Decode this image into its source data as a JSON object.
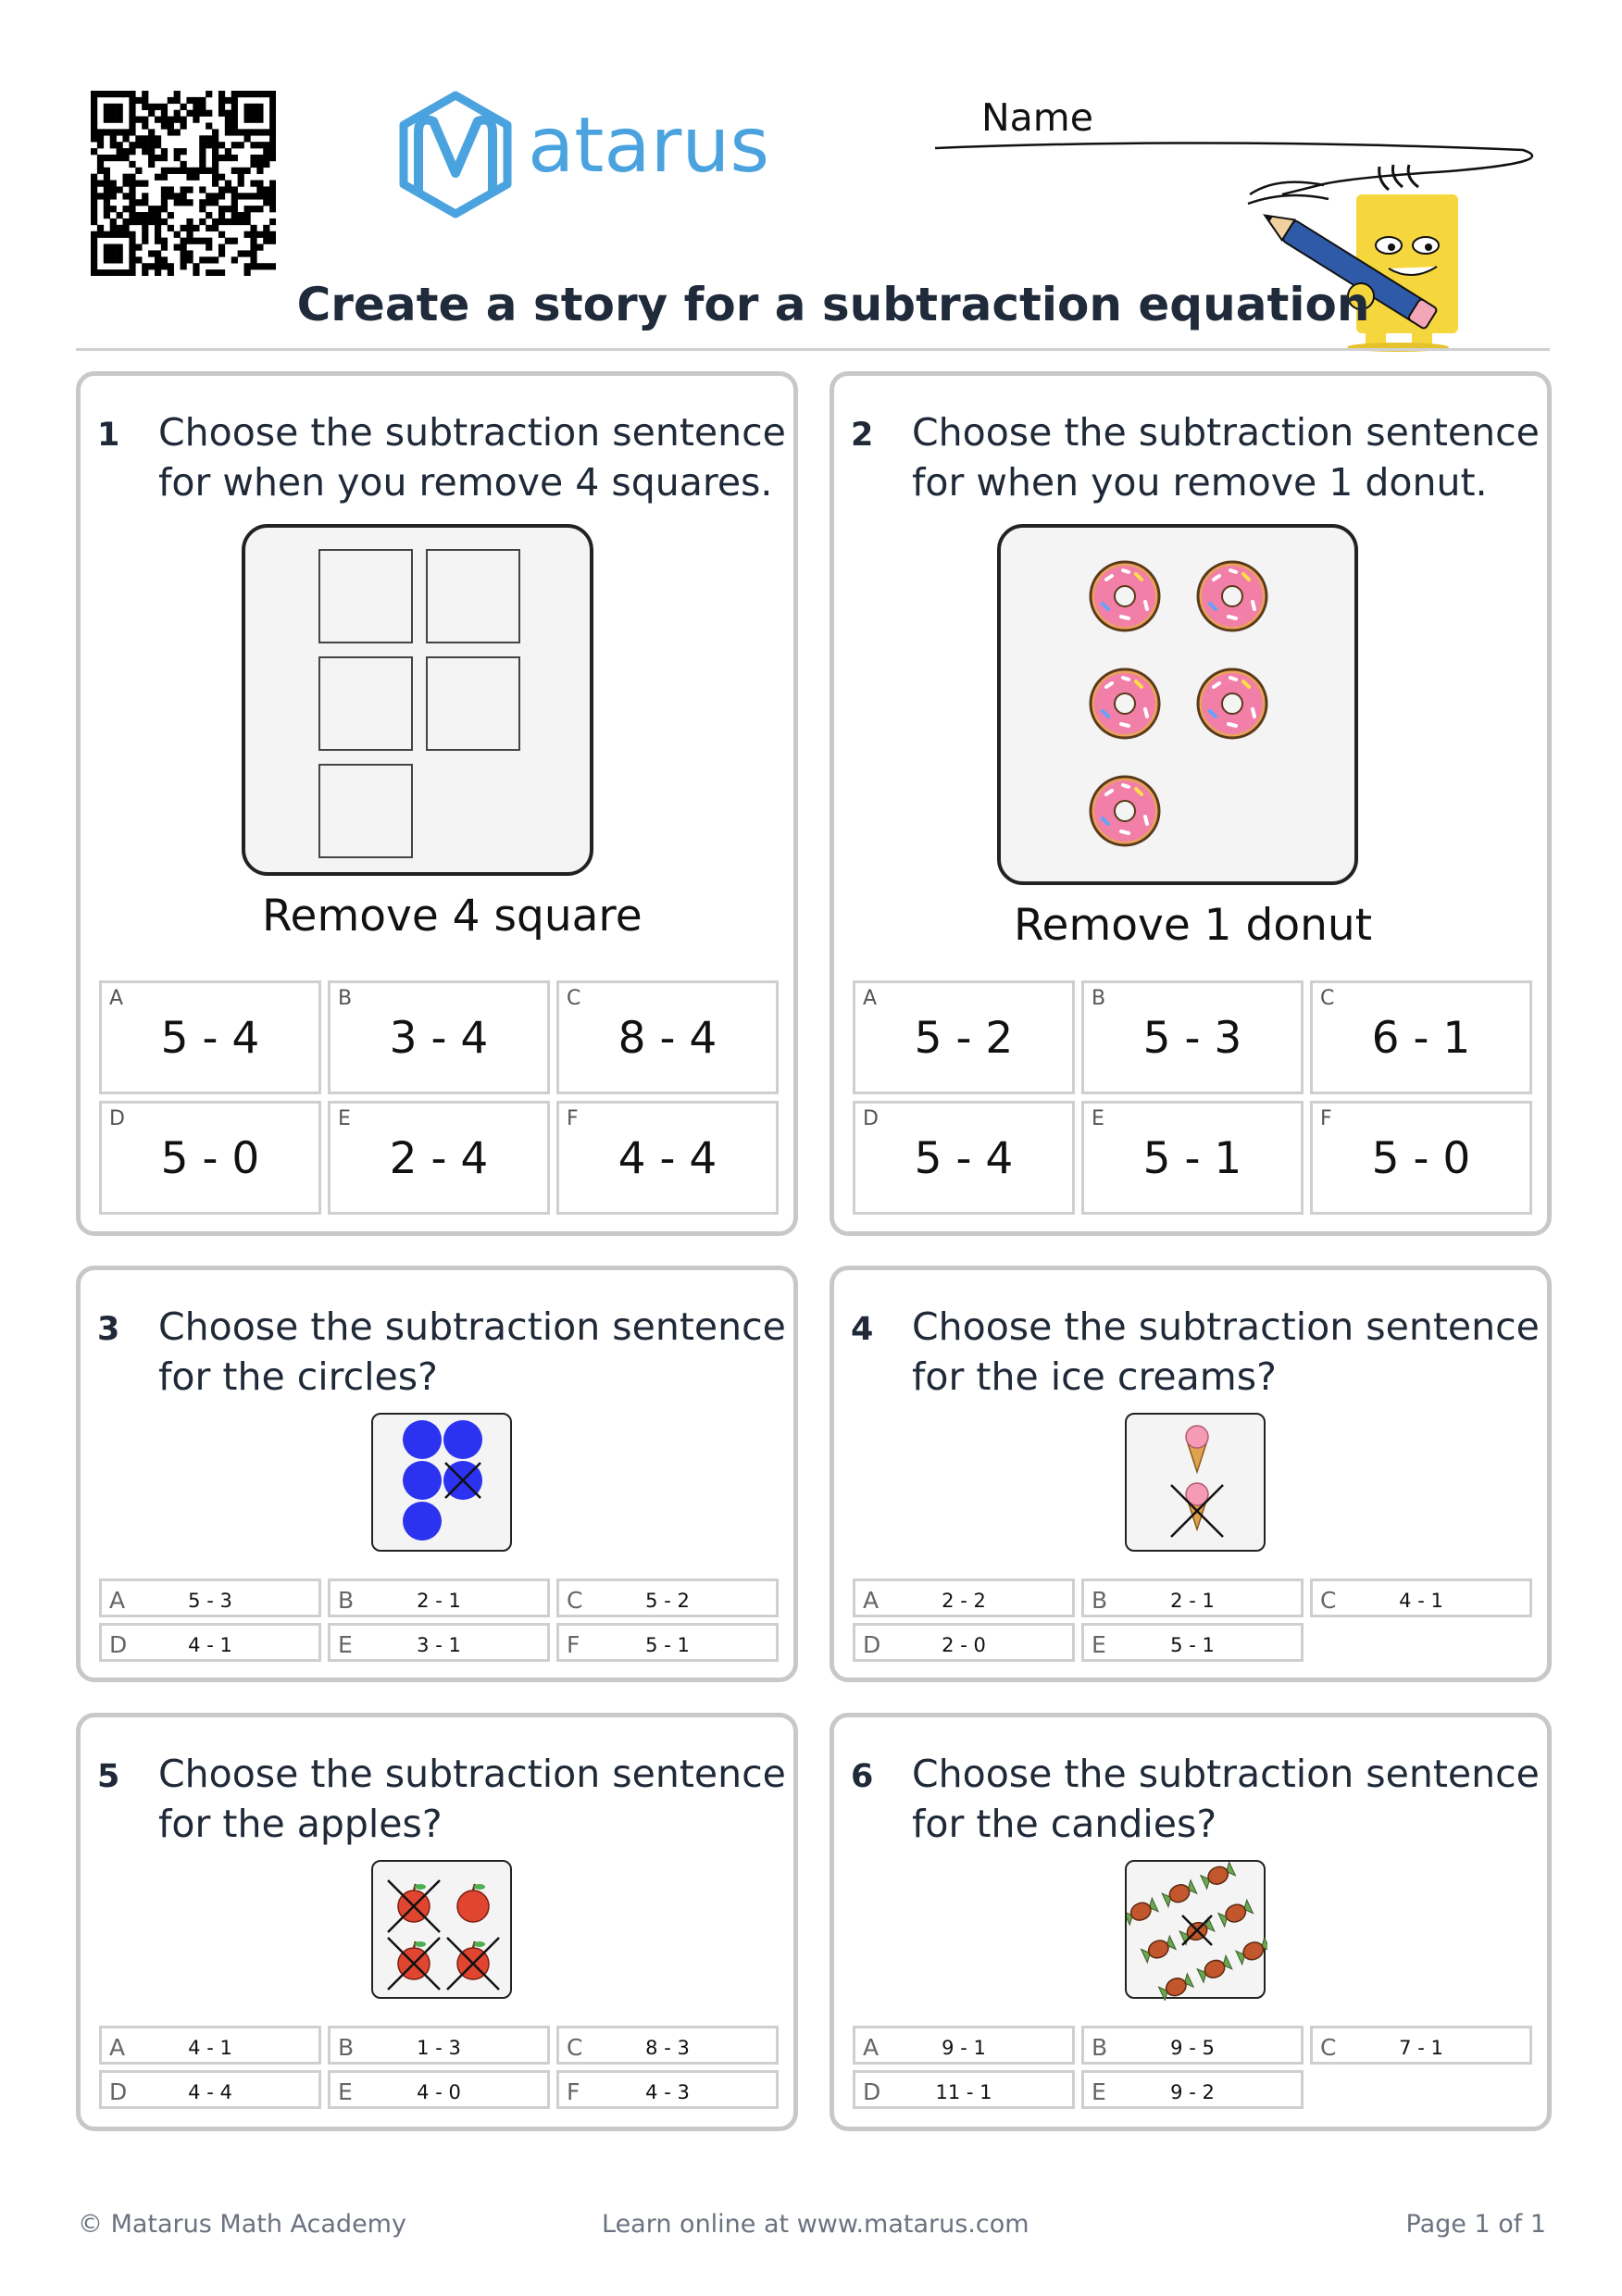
{
  "brand": {
    "name": "atarus"
  },
  "header": {
    "name_label": "Name",
    "title": "Create a story for a subtraction equation"
  },
  "colors": {
    "brand_blue": "#4aa3df",
    "card_border": "#c8c8c8",
    "circle_blue": "#2b32f0",
    "mascot_yellow": "#f5d63d"
  },
  "questions": [
    {
      "num": "1",
      "line1": "Choose the subtraction sentence",
      "line2": "for when you remove 4 squares.",
      "caption": "Remove 4 square",
      "options": [
        {
          "letter": "A",
          "value": "5 - 4"
        },
        {
          "letter": "B",
          "value": "3 - 4"
        },
        {
          "letter": "C",
          "value": "8 - 4"
        },
        {
          "letter": "D",
          "value": "5 - 0"
        },
        {
          "letter": "E",
          "value": "2 - 4"
        },
        {
          "letter": "F",
          "value": "4 - 4"
        }
      ]
    },
    {
      "num": "2",
      "line1": "Choose the subtraction sentence",
      "line2": "for when you remove 1 donut.",
      "caption": "Remove 1 donut",
      "options": [
        {
          "letter": "A",
          "value": "5 - 2"
        },
        {
          "letter": "B",
          "value": "5 - 3"
        },
        {
          "letter": "C",
          "value": "6 - 1"
        },
        {
          "letter": "D",
          "value": "5 - 4"
        },
        {
          "letter": "E",
          "value": "5 - 1"
        },
        {
          "letter": "F",
          "value": "5 - 0"
        }
      ]
    },
    {
      "num": "3",
      "line1": "Choose the subtraction sentence",
      "line2": "for the circles?",
      "options": [
        {
          "letter": "A",
          "value": "5 - 3"
        },
        {
          "letter": "B",
          "value": "2 - 1"
        },
        {
          "letter": "C",
          "value": "5 - 2"
        },
        {
          "letter": "D",
          "value": "4 - 1"
        },
        {
          "letter": "E",
          "value": "3 - 1"
        },
        {
          "letter": "F",
          "value": "5 - 1"
        }
      ]
    },
    {
      "num": "4",
      "line1": "Choose the subtraction sentence",
      "line2": "for the ice creams?",
      "options": [
        {
          "letter": "A",
          "value": "2 - 2"
        },
        {
          "letter": "B",
          "value": "2 - 1"
        },
        {
          "letter": "C",
          "value": "4 - 1"
        },
        {
          "letter": "D",
          "value": "2 - 0"
        },
        {
          "letter": "E",
          "value": "5 - 1"
        }
      ]
    },
    {
      "num": "5",
      "line1": "Choose the subtraction sentence",
      "line2": "for the apples?",
      "options": [
        {
          "letter": "A",
          "value": "4 - 1"
        },
        {
          "letter": "B",
          "value": "1 - 3"
        },
        {
          "letter": "C",
          "value": "8 - 3"
        },
        {
          "letter": "D",
          "value": "4 - 4"
        },
        {
          "letter": "E",
          "value": "4 - 0"
        },
        {
          "letter": "F",
          "value": "4 - 3"
        }
      ]
    },
    {
      "num": "6",
      "line1": "Choose the subtraction sentence",
      "line2": "for the candies?",
      "options": [
        {
          "letter": "A",
          "value": "9 - 1"
        },
        {
          "letter": "B",
          "value": "9 - 5"
        },
        {
          "letter": "C",
          "value": "7 - 1"
        },
        {
          "letter": "D",
          "value": "11 - 1"
        },
        {
          "letter": "E",
          "value": "9 - 2"
        }
      ]
    }
  ],
  "footer": {
    "left": "© Matarus Math Academy",
    "center": "Learn online at www.matarus.com",
    "right": "Page 1 of 1"
  }
}
